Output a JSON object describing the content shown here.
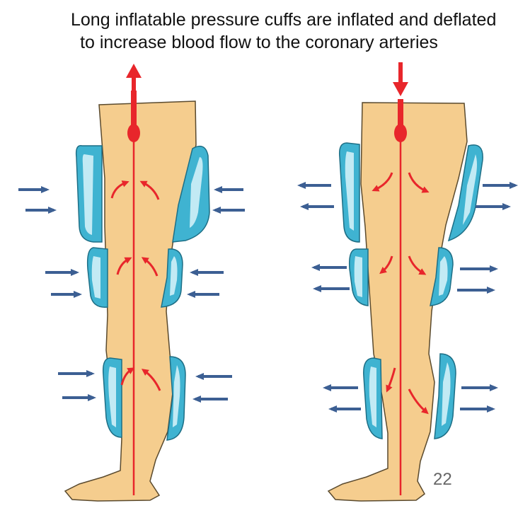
{
  "caption": {
    "line1": "Long inflatable pressure cuffs are inflated and deflated",
    "line2": "to increase blood flow to the coronary arteries"
  },
  "slide_number": "22",
  "colors": {
    "skin": "#F5CD8E",
    "skin_outline": "#5A4A2E",
    "cuff": "#3FB3D1",
    "cuff_highlight": "#D9F3FA",
    "cuff_outline": "#1D6E85",
    "blood_flow": "#E8262B",
    "pressure_arrow": "#3C5F93"
  },
  "panels": [
    {
      "name": "inflated-leg",
      "state": "inflated",
      "pressure_direction": "inward",
      "flow_direction": "up"
    },
    {
      "name": "deflated-leg",
      "state": "deflated",
      "pressure_direction": "outward",
      "flow_direction": "down"
    }
  ]
}
